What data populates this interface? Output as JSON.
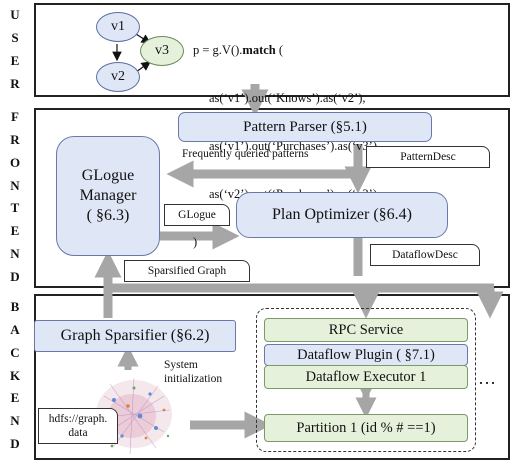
{
  "sidebar": {
    "user_letters": [
      "U",
      "S",
      "E",
      "R"
    ],
    "frontend_letters": [
      "F",
      "R",
      "O",
      "N",
      "T",
      "E",
      "N",
      "D"
    ],
    "backend_letters": [
      "B",
      "A",
      "C",
      "K",
      "E",
      "N",
      "D"
    ]
  },
  "user_panel": {
    "graph_nodes": [
      "v1",
      "v2",
      "v3"
    ],
    "code_lines": [
      "p = g.V().",
      "match",
      " (",
      "as(‘v1’).out(‘Knows’).as(‘v2’),",
      "as(‘v1’).out(‘Purchases’).as(‘v3’),",
      "as(‘v2’).out(‘Purchases’).as(‘v3’)",
      ")"
    ]
  },
  "frontend": {
    "pattern_parser": "Pattern Parser (§5.1)",
    "frequently_queried": "Frequently queried patterns",
    "pattern_desc": "PatternDesc",
    "glogue_manager_line1": "GLogue",
    "glogue_manager_line2": "Manager",
    "glogue_manager_line3": "( §6.3)",
    "glogue_note": "GLogue",
    "plan_optimizer": "Plan Optimizer (§6.4)",
    "dataflow_desc": "DataflowDesc",
    "sparsified_graph": "Sparsified Graph"
  },
  "backend": {
    "graph_sparsifier": "Graph Sparsifier (§6.2)",
    "system_init_line1": "System",
    "system_init_line2": "initialization",
    "rpc_service": "RPC Service",
    "dataflow_plugin": "Dataflow Plugin ( §7.1)",
    "dataflow_executor": "Dataflow Executor 1",
    "partition": "Partition 1 (id % # ==1)",
    "ellipsis": "…",
    "hdfs_line1": "hdfs://graph.",
    "hdfs_line2": "data"
  },
  "colors": {
    "blue_box": "#dfe6f6",
    "green_box": "#e6f1dc",
    "arrow_gray": "#a6a6a6"
  }
}
